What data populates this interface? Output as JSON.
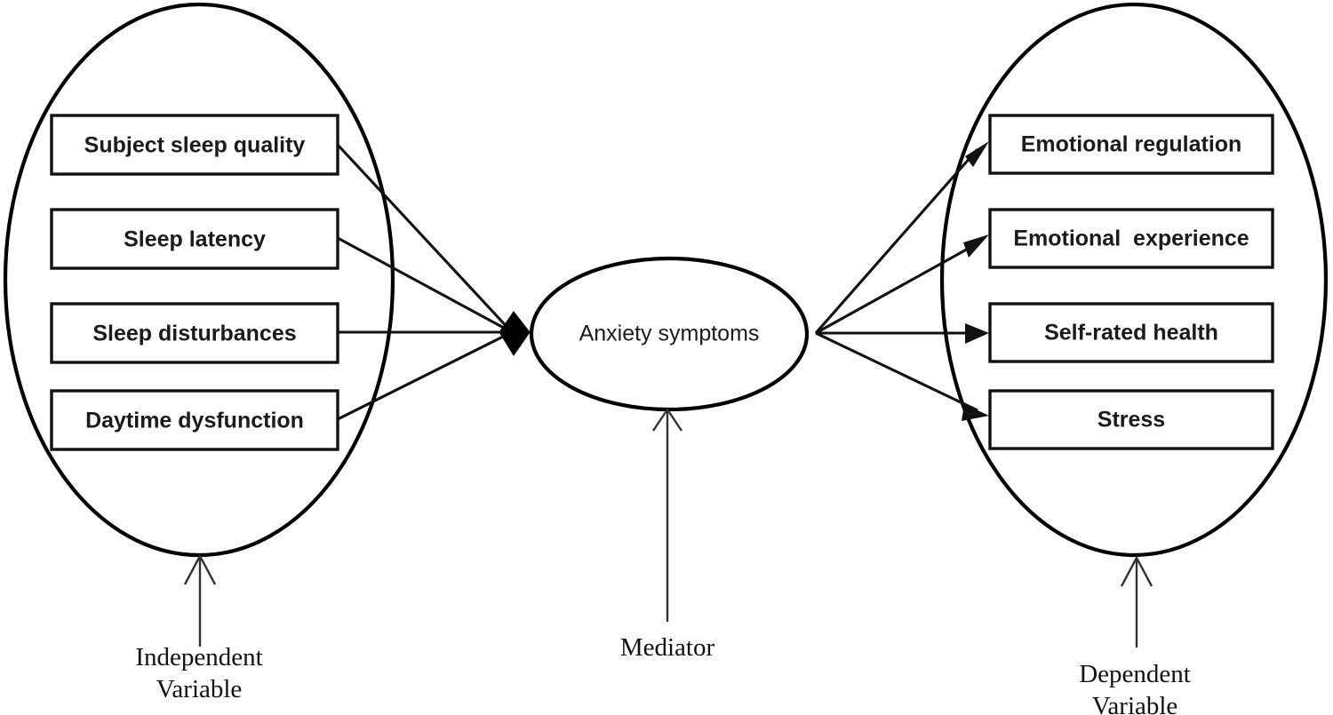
{
  "figure": {
    "type": "mediation-model-diagram",
    "background": "#ffffff",
    "stroke_color": "#111111"
  },
  "independent": {
    "caption_line1": "Independent",
    "caption_line2": "Variable",
    "items": [
      {
        "label": "Subject sleep quality"
      },
      {
        "label": "Sleep latency"
      },
      {
        "label": "Sleep disturbances"
      },
      {
        "label": "Daytime dysfunction"
      }
    ]
  },
  "mediator": {
    "caption": "Mediator",
    "label": "Anxiety symptoms"
  },
  "dependent": {
    "caption_line1": "Dependent",
    "caption_line2": "Variable",
    "items": [
      {
        "label": "Emotional regulation"
      },
      {
        "label": "Emotional  experience"
      },
      {
        "label": "Self-rated health"
      },
      {
        "label": "Stress"
      }
    ]
  }
}
